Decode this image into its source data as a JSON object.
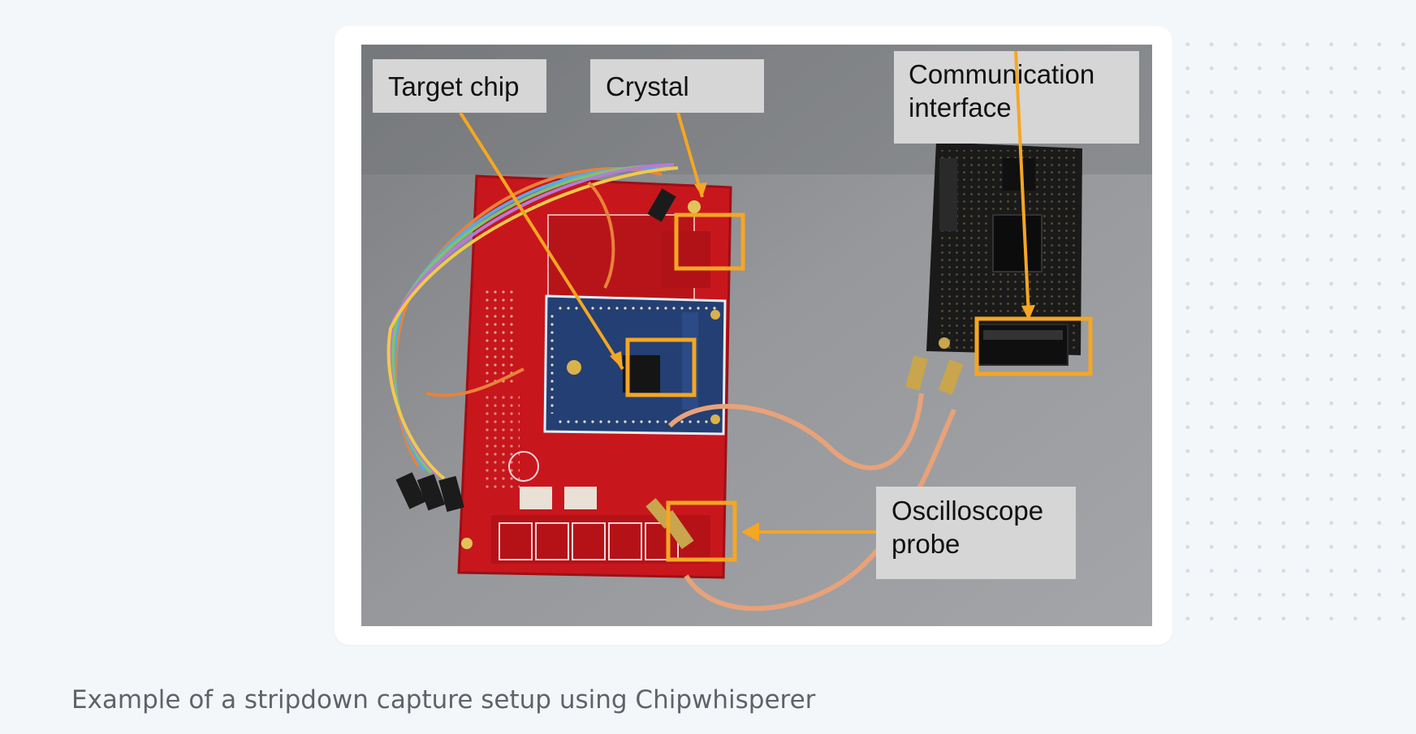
{
  "figure": {
    "labels": {
      "target_chip": "Target chip",
      "crystal": "Crystal",
      "communication_line1": "Communication",
      "communication_line2": "interface",
      "oscilloscope_line1": "Oscilloscope",
      "oscilloscope_line2": "probe"
    },
    "colors": {
      "annotation": "#f5a623",
      "label_box": "#d6d6d6",
      "board_red": "#c8161d",
      "target_blue": "#243f73",
      "chipwhisperer_black": "#1a1a1a",
      "cable": "#e8a27a"
    }
  },
  "caption": "Example of a stripdown capture setup using Chipwhisperer"
}
